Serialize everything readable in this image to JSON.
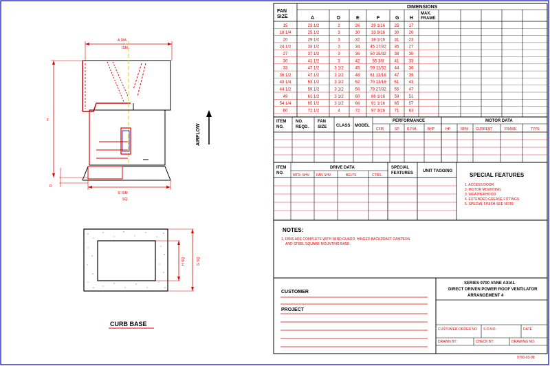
{
  "fan_table": {
    "fan_size_header": [
      "FAN",
      "SIZE"
    ],
    "dimensions_header": "DIMENSIONS",
    "columns": [
      "A",
      "D",
      "E",
      "F",
      "G",
      "H"
    ],
    "max_frame_header": [
      "MAX.",
      "FRAME"
    ],
    "rows": [
      [
        "15",
        "23 1/2",
        "2",
        "26",
        "29 1/16",
        "25",
        "17"
      ],
      [
        "18 1/4",
        "25 1/2",
        "3",
        "30",
        "33 9/16",
        "30",
        "20"
      ],
      [
        "20",
        "29 1/2",
        "3",
        "32",
        "38 1/16",
        "31",
        "23"
      ],
      [
        "24 1/2",
        "33 1/2",
        "3",
        "34",
        "45 17/32",
        "35",
        "27"
      ],
      [
        "27",
        "37 1/2",
        "3",
        "36",
        "50 15/32",
        "38",
        "30"
      ],
      [
        "30",
        "41 1/2",
        "3",
        "42",
        "55 3/8",
        "41",
        "33"
      ],
      [
        "33",
        "47 1/2",
        "3 1/2",
        "45",
        "59 11/32",
        "44",
        "36"
      ],
      [
        "36 1/2",
        "47 1/2",
        "3 1/2",
        "48",
        "61 13/16",
        "47",
        "39"
      ],
      [
        "40 1/4",
        "53 1/2",
        "3 1/2",
        "52",
        "70 13/16",
        "51",
        "43"
      ],
      [
        "44 1/2",
        "59 1/2",
        "3 1/2",
        "56",
        "79 27/32",
        "55",
        "47"
      ],
      [
        "49",
        "61 1/2",
        "3 1/2",
        "60",
        "86 1/16",
        "59",
        "51"
      ],
      [
        "54 1/4",
        "65 1/2",
        "3 1/2",
        "66",
        "91 1/16",
        "65",
        "57"
      ],
      [
        "60",
        "72 1/2",
        "4",
        "72",
        "97 3/16",
        "71",
        "63"
      ]
    ]
  },
  "performance_table": {
    "item_no": [
      "ITEM",
      "NO."
    ],
    "no_reqd": [
      "NO.",
      "REQD."
    ],
    "fan_size": [
      "FAN",
      "SIZE"
    ],
    "class": "CLASS",
    "model": "MODEL",
    "performance": "PERFORMANCE",
    "perf_cols": [
      "CFM",
      "SP",
      "R.P.M.",
      "BHP"
    ],
    "motor_data": "MOTOR DATA",
    "motor_cols": [
      "HP",
      "RPM",
      "CURRENT",
      "FRAME",
      "TYPE"
    ]
  },
  "drive_table": {
    "item_no": [
      "ITEM",
      "NO."
    ],
    "drive_data": "DRIVE DATA",
    "drive_cols": [
      "MTR. SHV.",
      "FAN SHV.",
      "BELTS",
      "CTRS."
    ],
    "special_features_col": [
      "SPECIAL",
      "FEATURES"
    ],
    "unit_tagging": "UNIT TAGGING"
  },
  "special_features": {
    "title": "SPECIAL FEATURES",
    "items": [
      "1. ACCESS DOOR",
      "2. MOTOR MOUNTING",
      "3. WEATHERHOOD",
      "4. EXTENDED GREASE FITTINGS",
      "5. SPECIAL FINISH-SEE NOTE"
    ]
  },
  "notes": {
    "title": "NOTES:",
    "lines": [
      "1. FANS ARE COMPLETE WITH WIND GUARD, HINGED BACKDRAFT DAMPERS",
      "AND STEEL SQUARE MOUNTING BASE."
    ]
  },
  "title_block": {
    "customer": "CUSTOMER",
    "project": "PROJECT",
    "series": "SERIES 9700 VANE AXIAL",
    "desc": "DIRECT DRIVEN POWER ROOF VENTILATOR",
    "arrangement": "ARRANGEMENT 4",
    "customer_order_no": "CUSTOMER ORDER NO",
    "so_no": "S.O.NO.",
    "date": "DATE",
    "drawn_by": "DRAWN BY:",
    "check_by": "CHECK BY:",
    "drawing_no": "DRAWING NO.",
    "doc_number": "9700-03-98"
  },
  "drawing": {
    "a_dia": "A DIA.",
    "a_ism": "ISM.",
    "e_ism": "E ISM",
    "e_sq": "SQ.",
    "f": "F",
    "d": "D",
    "airflow": "AIRFLOW",
    "h_sq": "H SQ",
    "g_sq": "G SQ",
    "curb_base": "CURB BASE"
  },
  "colors": {
    "red": "#dd0000",
    "blue": "#0000cc",
    "yellow": "#e6d200",
    "black": "#000000"
  }
}
